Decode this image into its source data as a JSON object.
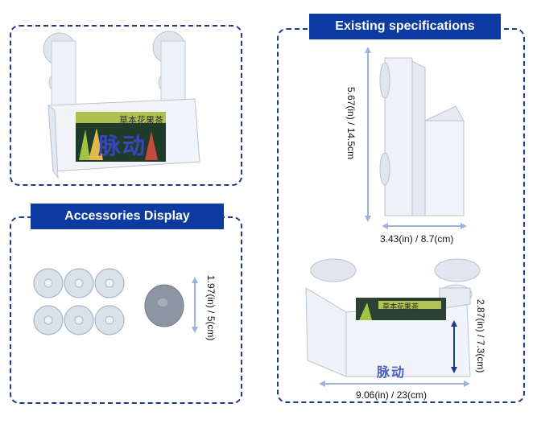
{
  "sections": {
    "existing_title": "Existing specifications",
    "accessories_title": "Accessories Display"
  },
  "product": {
    "label_cn_top": "草本花果茶",
    "brand_cn": "脉动",
    "label_cn_small": "草本花果茶"
  },
  "dimensions": {
    "height": "5.67(in) / 14.5cm",
    "depth": "3.43(in) /  8.7(cm)",
    "suction_cup": "1.97(in) / 5(cm)",
    "box_height": "2.87(in) /  7.3(cm)",
    "width": "9.06(in) /  23(cm)"
  },
  "colors": {
    "frame": "#1e3a8a",
    "banner": "#0c3aa0",
    "dimension_line": "#9fb0e0"
  }
}
